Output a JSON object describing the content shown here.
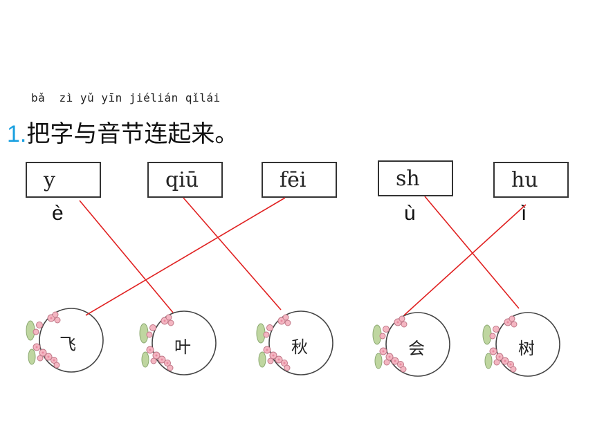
{
  "question": {
    "pinyin": "bǎ  zì yǔ yīn jiélián qǐlái",
    "number": "1.",
    "text": "把字与音节连起来。"
  },
  "syllables": [
    {
      "initial": "y",
      "final": "è"
    },
    {
      "initial": "qiū",
      "final": ""
    },
    {
      "initial": "fēi",
      "final": ""
    },
    {
      "initial": "sh",
      "final": "ù"
    },
    {
      "initial": "hu",
      "final": "ì"
    }
  ],
  "characters": [
    "飞",
    "叶",
    "秋",
    "会",
    "树"
  ],
  "colors": {
    "line": "#e02020",
    "number": "#1aa0e0",
    "flower": "#f4b6c2",
    "leaf": "#bfd6a0"
  }
}
